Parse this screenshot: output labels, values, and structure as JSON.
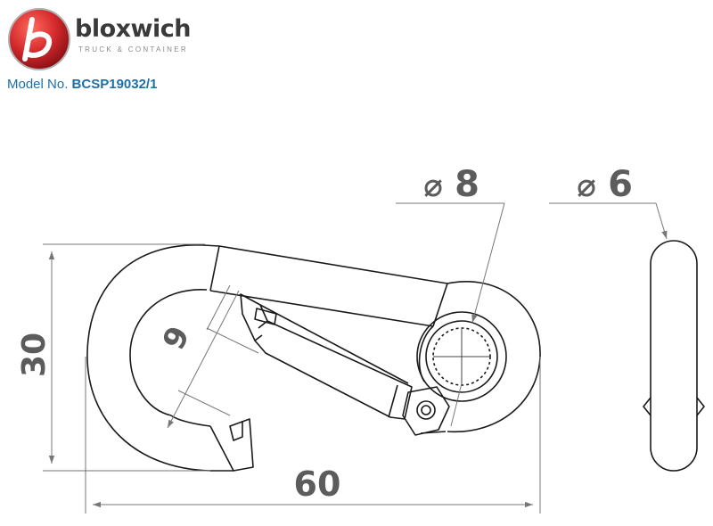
{
  "brand": {
    "name": "bloxwich",
    "tagline": "TRUCK & CONTAINER"
  },
  "model": {
    "label": "Model No.",
    "number": "BCSP19032/1"
  },
  "dimensions": {
    "height": "30",
    "width": "60",
    "gate_opening": "9",
    "rivet_diameter": "8",
    "wire_diameter": "6",
    "diameter_symbol": "⌀"
  },
  "colors": {
    "brand_blue": "#1d6fa8",
    "logo_red": "#d52b2e",
    "outline": "#1a1a1a",
    "dimension": "#6b6b6b"
  }
}
